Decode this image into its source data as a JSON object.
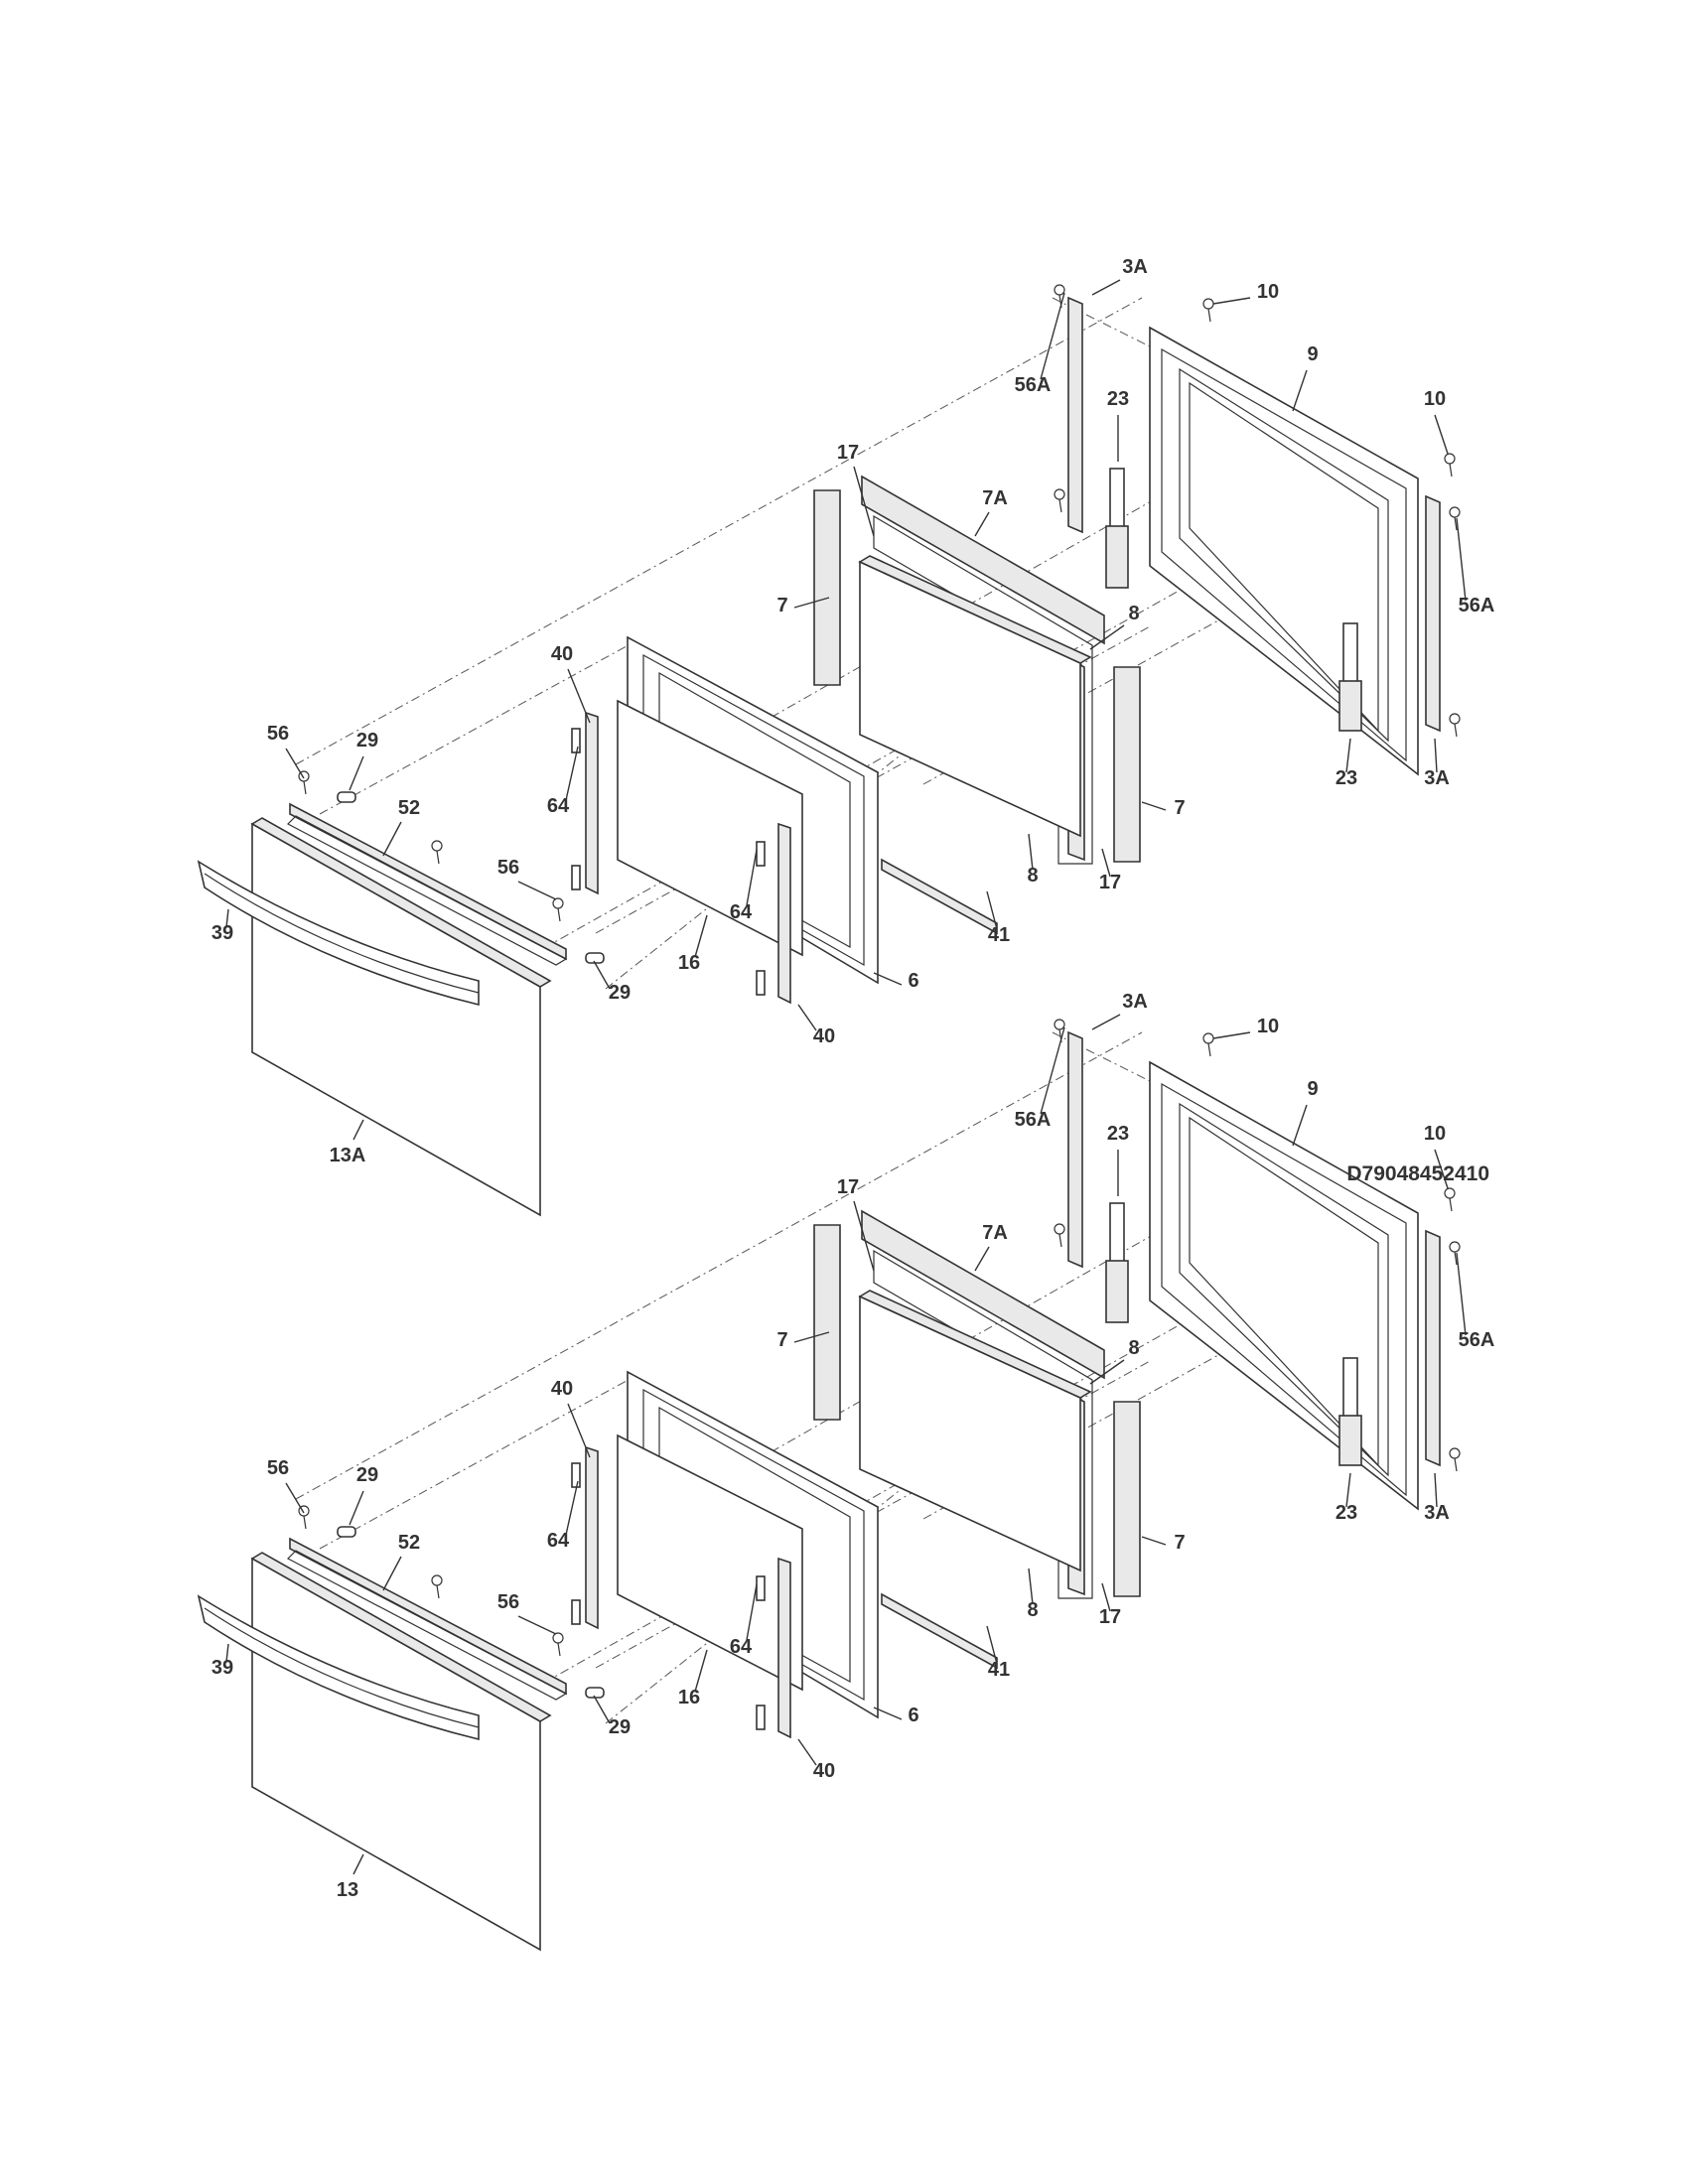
{
  "document_id": "D79048452410",
  "assemblies": [
    {
      "outer_door_callout": "13A",
      "callouts": {
        "gasket_strip_left": "7",
        "gasket_strip_top": "7A",
        "gasket_strip_right": "7",
        "glass_outer_top": "8",
        "glass_outer_bottom": "8",
        "glass_seal_top": "17",
        "glass_seal_bottom": "17",
        "inner_door": "9",
        "hinge_bracket_left": "3A",
        "hinge_bracket_right": "3A",
        "screw_top": "10",
        "screw_right": "10",
        "screws_left": "56A",
        "screws_right": "56A",
        "hinge_left": "23",
        "hinge_right": "23",
        "door_frame": "6",
        "inner_glass": "16",
        "channel_left": "40",
        "channel_right": "40",
        "spacer_left": "64",
        "spacer_right": "64",
        "support_rail": "41",
        "top_trim": "52",
        "screw_trim_left": "56",
        "screw_trim_right": "56",
        "pin_top": "29",
        "pin_bottom": "29",
        "handle": "39"
      }
    },
    {
      "outer_door_callout": "13",
      "callouts": {
        "gasket_strip_left": "7",
        "gasket_strip_top": "7A",
        "gasket_strip_right": "7",
        "glass_outer_top": "8",
        "glass_outer_bottom": "8",
        "glass_seal_top": "17",
        "glass_seal_bottom": "17",
        "inner_door": "9",
        "hinge_bracket_left": "3A",
        "hinge_bracket_right": "3A",
        "screw_top": "10",
        "screw_right": "10",
        "screws_left": "56A",
        "screws_right": "56A",
        "hinge_left": "23",
        "hinge_right": "23",
        "door_frame": "6",
        "inner_glass": "16",
        "channel_left": "40",
        "channel_right": "40",
        "spacer_left": "64",
        "spacer_right": "64",
        "support_rail": "41",
        "top_trim": "52",
        "screw_trim_left": "56",
        "screw_trim_right": "56",
        "pin_top": "29",
        "pin_bottom": "29",
        "handle": "39"
      }
    }
  ]
}
